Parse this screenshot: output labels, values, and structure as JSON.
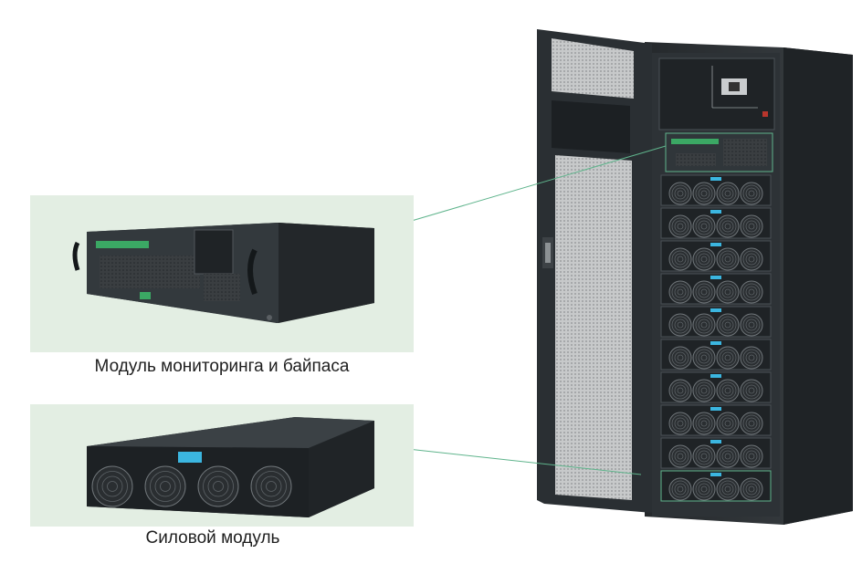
{
  "labels": {
    "monitoring_module": "Модуль мониторинга и байпаса",
    "power_module": "Силовой модуль"
  },
  "colors": {
    "panel_background": "#e3eee3",
    "leader_line": "#5fb48c",
    "cabinet_body": "#2b3034",
    "display_accent": "#3bb6e0"
  },
  "counts": {
    "power_modules_in_cabinet": 10,
    "fans_per_power_module": 4
  }
}
